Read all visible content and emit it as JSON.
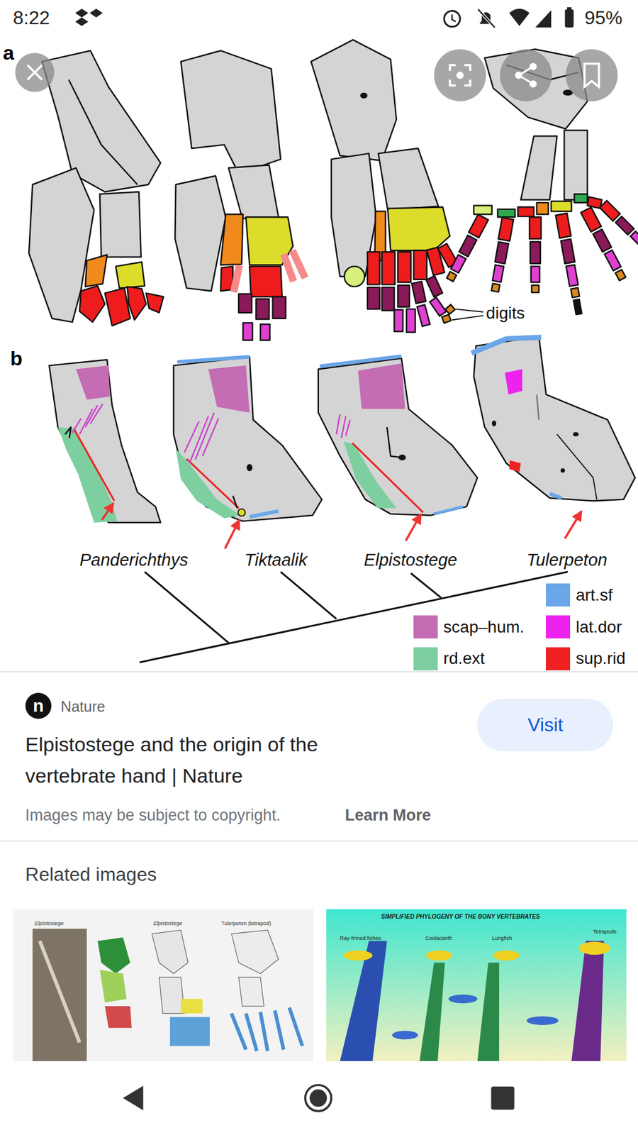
{
  "diagram": {
    "nodes": [
      {
        "text": [
          "n"
        ]
      },
      {
        "text": [
          "Visit"
        ]
      }
    ],
    "labels": [
      "8:22",
      "95%",
      "a",
      "digits",
      "b",
      "Panderichthys",
      "Tiktaalik",
      "Elpistostege",
      "Tulerpeton",
      "Nature",
      "Elpistostege and the origin of the vertebrate hand | Nature",
      "Images may be subject to copyright.",
      "Learn More",
      "Related images",
      "Elpistostege",
      "Elpistostege",
      "Tulerpeton (tetrapod)",
      "SIMPLIFIED PHYLOGENY OF THE BONY VERTEBRATES",
      "Ray-finned fishes",
      "Coelacanth",
      "Lungfish",
      "Tetrapods"
    ],
    "legend": [
      {
        "text": "art.sf",
        "color": "#6aa6e8"
      },
      {
        "text": "scap–hum.",
        "color": "#c46cb4"
      },
      {
        "text": "lat.dor",
        "color": "#ee22ee"
      },
      {
        "text": "rd.ext",
        "color": "#7dcfa0"
      },
      {
        "text": "sup.rid",
        "color": "#ee2222"
      }
    ]
  }
}
